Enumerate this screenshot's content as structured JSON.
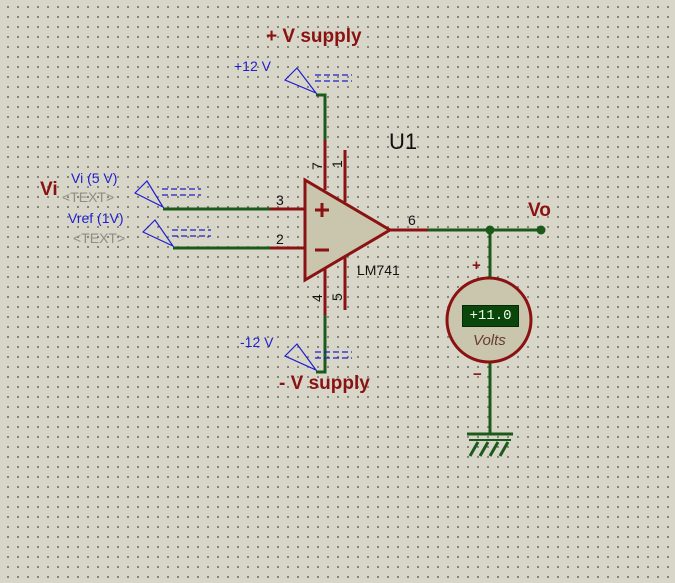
{
  "labels": {
    "pos_supply_title": "+ V supply",
    "neg_supply_title": "- V supply",
    "pos_supply_net": "+12 V",
    "neg_supply_net": "-12 V",
    "vi_title": "Vi",
    "vi_net": "Vi (5 V)",
    "vi_text": "<TEXT>",
    "vref_net": "Vref (1V)",
    "vref_text": "<TEXT>",
    "vo_title": "Vo",
    "ref_designator": "U1",
    "part_name": "LM741"
  },
  "pins": {
    "noninv": "3",
    "inv": "2",
    "out": "6",
    "vplus": "7",
    "vminus": "4",
    "offset1": "1",
    "offset2": "5"
  },
  "voltmeter": {
    "reading": "+11.0",
    "unit": "Volts",
    "plus": "+",
    "minus": "−"
  },
  "colors": {
    "wire": "#1b5a1b",
    "pin": "#8b1212",
    "label": "#8b1212",
    "net_label": "#1f1fd0",
    "body": "#c9c6ad",
    "background": "#d8d6c8"
  }
}
